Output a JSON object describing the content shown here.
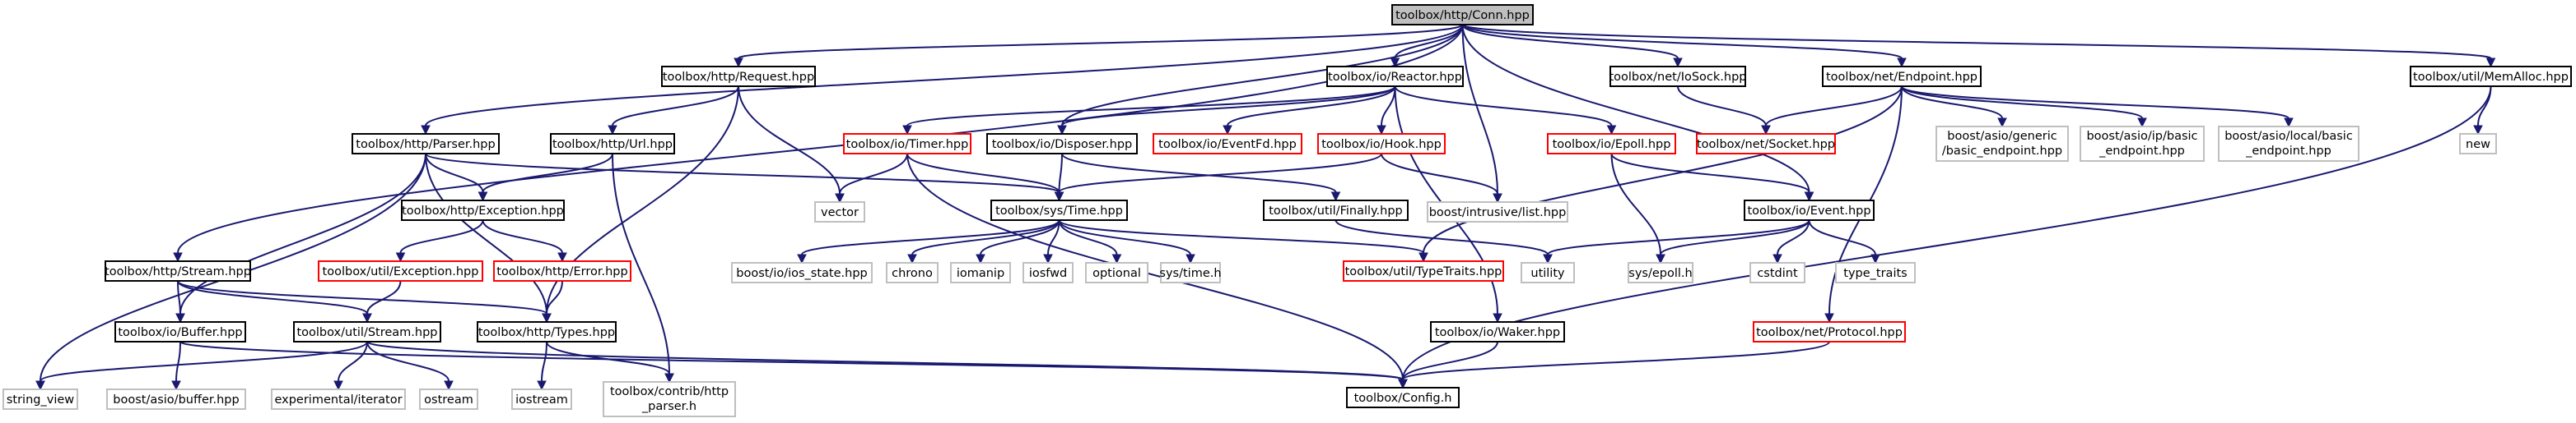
{
  "colors": {
    "edge": "#191970",
    "root_fill": "#bfbfbf",
    "documented_border": "#000000",
    "undocumented_border": "#ff0000",
    "external_border": "#bfbfbf"
  },
  "nodes": {
    "conn": [
      "toolbox/http/Conn.hpp"
    ],
    "request": [
      "toolbox/http/Request.hpp"
    ],
    "reactor": [
      "toolbox/io/Reactor.hpp"
    ],
    "iosock": [
      "toolbox/net/IoSock.hpp"
    ],
    "endpoint": [
      "toolbox/net/Endpoint.hpp"
    ],
    "memalloc": [
      "toolbox/util/MemAlloc.hpp"
    ],
    "parser": [
      "toolbox/http/Parser.hpp"
    ],
    "url": [
      "toolbox/http/Url.hpp"
    ],
    "timer": [
      "toolbox/io/Timer.hpp"
    ],
    "disposer": [
      "toolbox/io/Disposer.hpp"
    ],
    "eventfd": [
      "toolbox/io/EventFd.hpp"
    ],
    "hook": [
      "toolbox/io/Hook.hpp"
    ],
    "epoll": [
      "toolbox/io/Epoll.hpp"
    ],
    "netsocket": [
      "toolbox/net/Socket.hpp"
    ],
    "generic_ep": [
      "boost/asio/generic",
      "/basic_endpoint.hpp"
    ],
    "ip_ep": [
      "boost/asio/ip/basic",
      "_endpoint.hpp"
    ],
    "local_ep": [
      "boost/asio/local/basic",
      "_endpoint.hpp"
    ],
    "new": [
      "new"
    ],
    "exception_http": [
      "toolbox/http/Exception.hpp"
    ],
    "vector": [
      "vector"
    ],
    "time": [
      "toolbox/sys/Time.hpp"
    ],
    "finally": [
      "toolbox/util/Finally.hpp"
    ],
    "intrusive_list": [
      "boost/intrusive/list.hpp"
    ],
    "event": [
      "toolbox/io/Event.hpp"
    ],
    "util_exception": [
      "toolbox/util/Exception.hpp"
    ],
    "http_error": [
      "toolbox/http/Error.hpp"
    ],
    "ios_state": [
      "boost/io/ios_state.hpp"
    ],
    "chrono": [
      "chrono"
    ],
    "iomanip": [
      "iomanip"
    ],
    "iosfwd": [
      "iosfwd"
    ],
    "optional": [
      "optional"
    ],
    "systime": [
      "sys/time.h"
    ],
    "typetraits_util": [
      "toolbox/util/TypeTraits.hpp"
    ],
    "utility": [
      "utility"
    ],
    "sysepoll": [
      "sys/epoll.h"
    ],
    "cstdint": [
      "cstdint"
    ],
    "type_traits": [
      "type_traits"
    ],
    "http_stream": [
      "toolbox/http/Stream.hpp"
    ],
    "io_buffer": [
      "toolbox/io/Buffer.hpp"
    ],
    "util_stream": [
      "toolbox/util/Stream.hpp"
    ],
    "http_types": [
      "toolbox/http/Types.hpp"
    ],
    "waker": [
      "toolbox/io/Waker.hpp"
    ],
    "protocol": [
      "toolbox/net/Protocol.hpp"
    ],
    "string_view": [
      "string_view"
    ],
    "asio_buffer": [
      "boost/asio/buffer.hpp"
    ],
    "exp_iterator": [
      "experimental/iterator"
    ],
    "ostream": [
      "ostream"
    ],
    "iostream": [
      "iostream"
    ],
    "http_parser": [
      "toolbox/contrib/http",
      "_parser.h"
    ],
    "config": [
      "toolbox/Config.h"
    ]
  }
}
